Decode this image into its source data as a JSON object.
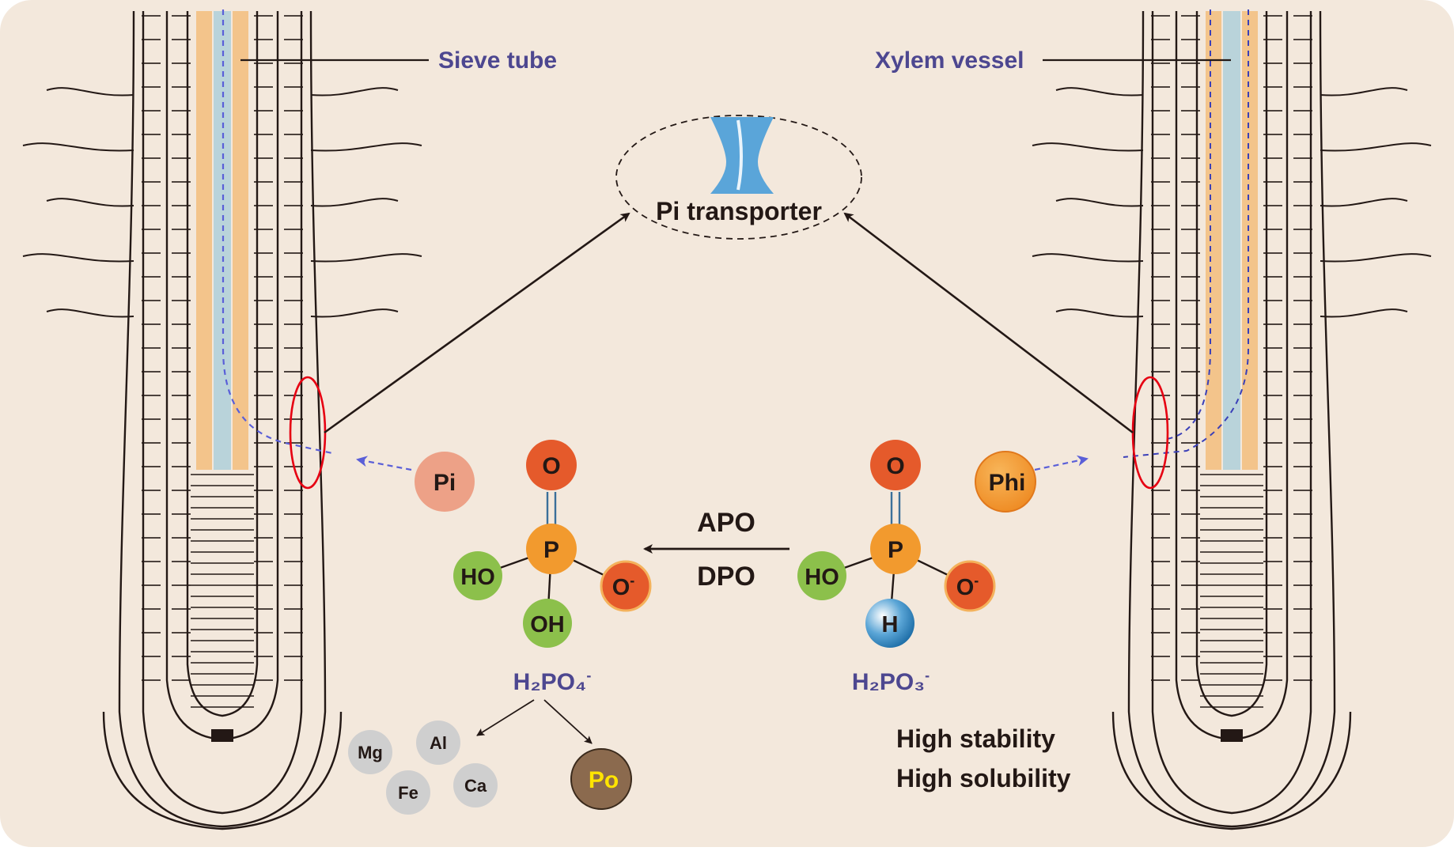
{
  "labels": {
    "sieve_tube": "Sieve tube",
    "xylem_vessel": "Xylem vessel",
    "pi_transporter": "Pi transporter",
    "pi_ion": "Pi",
    "phi_ion": "Phi",
    "apo": "APO",
    "dpo": "DPO",
    "formula_left_main": "H₂PO₄",
    "formula_left_charge": "-",
    "formula_right_main": "H₂PO₃",
    "formula_right_charge": "-",
    "property_1": "High stability",
    "property_2": "High solubility"
  },
  "atoms": {
    "oxygen": "O",
    "phosphorus": "P",
    "hydroxyl": "HO",
    "hydroxyl_2": "OH",
    "oxide": "O",
    "oxide_charge": "-",
    "hydrogen": "H"
  },
  "metals": {
    "mg": "Mg",
    "al": "Al",
    "fe": "Fe",
    "ca": "Ca",
    "po": "Po"
  },
  "colors": {
    "background": "#f3e8dc",
    "purple_text": "#4d4790",
    "oxygen": "#e55a2b",
    "phosphorus": "#f29a2e",
    "hydroxyl": "#8cc04b",
    "hydrogen": "#2f88c2",
    "pi_ion": "#eda187",
    "phi_ion": "#f29a2e",
    "metal": "#cfcfcf",
    "po": "#8b6a4e",
    "po_text": "#ffe400",
    "sieve": "#f3c48b",
    "xylem": "#b9d3da",
    "transporter": "#5aa5d9",
    "highlight": "#e60012",
    "dashed_path": "#5a5fd8"
  }
}
